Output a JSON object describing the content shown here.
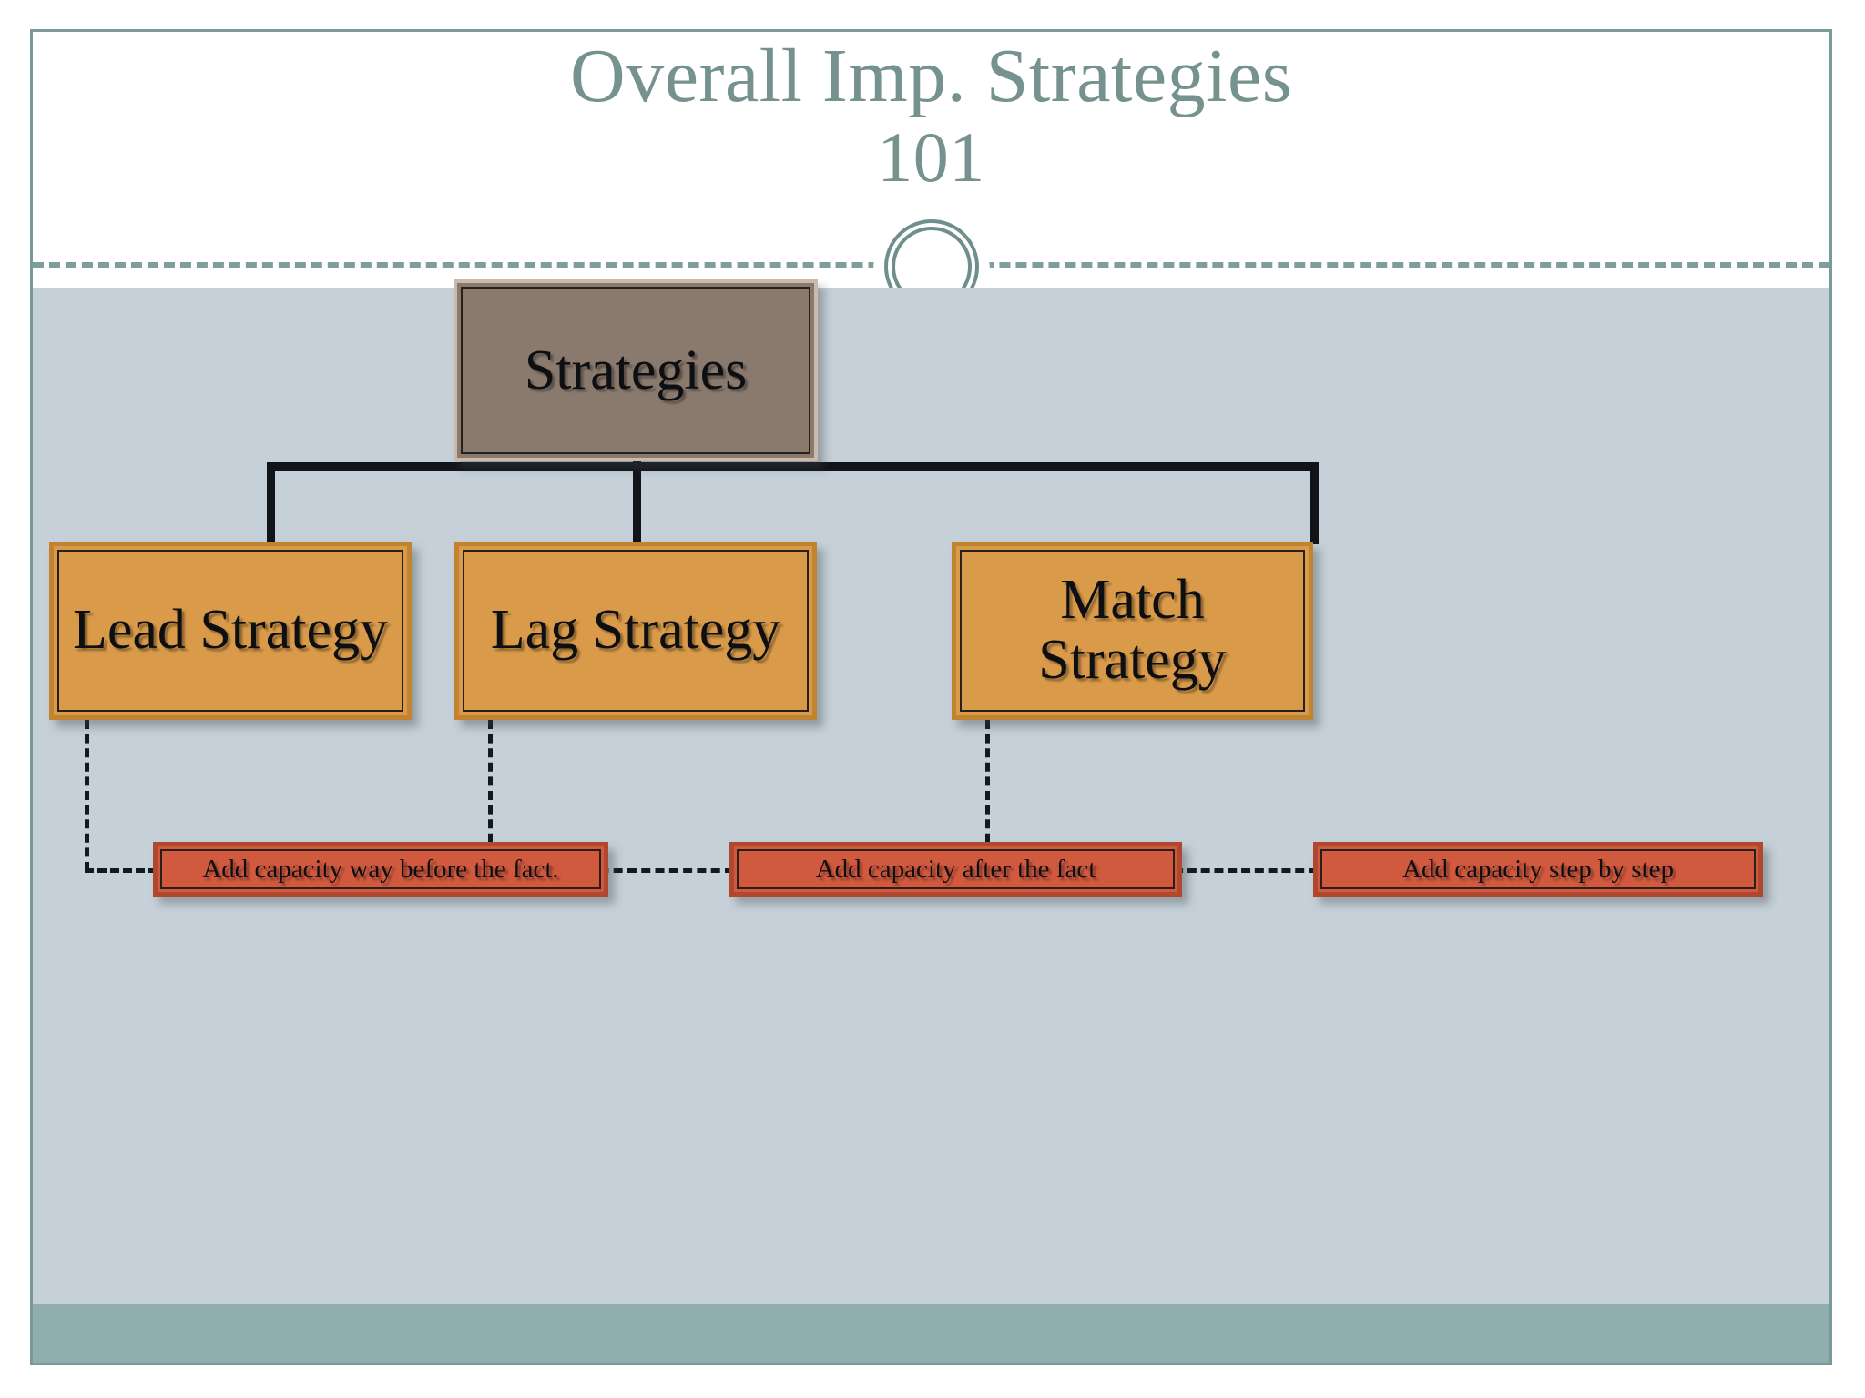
{
  "slide": {
    "title_line1": "Overall Imp. Strategies",
    "title_line2": "101",
    "theme": {
      "title_color": "#76928f",
      "accent_rule_color": "#7e9d9b",
      "body_background": "#c6d0d8",
      "footer_band_color": "#90aeb0",
      "border_color": "#7a9a9a"
    }
  },
  "decor": {
    "header_rule": "dashed-horizontal-rule",
    "header_circle": "double-ring-circle"
  },
  "diagram": {
    "type": "tree",
    "root": {
      "label": "Strategies",
      "fill": "#8a7a6e"
    },
    "branches": [
      {
        "label": "Lead Strategy",
        "fill": "#d99a49",
        "note": {
          "label": "Add capacity way before the fact.",
          "fill": "#d1593e"
        }
      },
      {
        "label": "Lag Strategy",
        "fill": "#d99a49",
        "note": {
          "label": "Add capacity after the fact",
          "fill": "#d1593e"
        }
      },
      {
        "label": "Match Strategy",
        "label_line1": "Match",
        "label_line2": "Strategy",
        "fill": "#d99a49",
        "note": {
          "label": "Add capacity step by step",
          "fill": "#d1593e"
        }
      }
    ]
  }
}
